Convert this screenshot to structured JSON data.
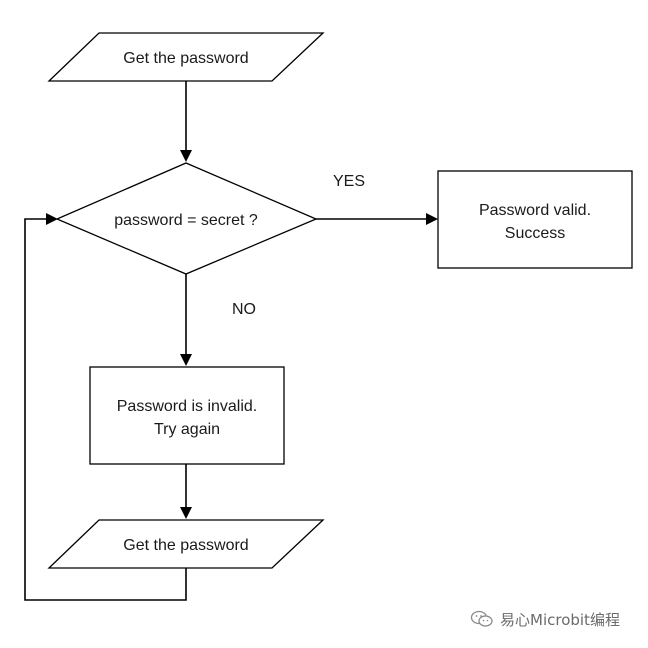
{
  "nodes": {
    "input_top": {
      "label": "Get the password"
    },
    "decision": {
      "label": "password = secret ?"
    },
    "success": {
      "line1": "Password valid.",
      "line2": "Success"
    },
    "invalid": {
      "line1": "Password is invalid.",
      "line2": "Try again"
    },
    "input_bottom": {
      "label": "Get the password"
    }
  },
  "edges": {
    "yes_label": "YES",
    "no_label": "NO"
  },
  "watermark": {
    "icon": "wechat-icon",
    "text": "易心Microbit编程"
  }
}
